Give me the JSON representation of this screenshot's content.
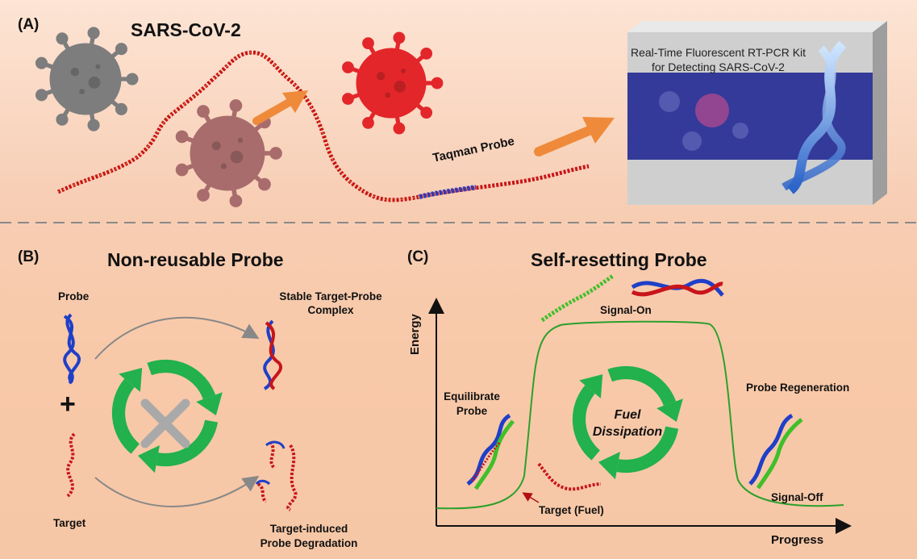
{
  "panel_a": {
    "label": "(A)",
    "title": "SARS-CoV-2",
    "probe_label": "Taqman Probe",
    "kit_line1": "Real-Time Fluorescent RT-PCR Kit",
    "kit_line2": "for Detecting SARS-CoV-2"
  },
  "panel_b": {
    "label": "(B)",
    "title": "Non-reusable Probe",
    "probe": "Probe",
    "plus": "+",
    "target": "Target",
    "complex_line1": "Stable Target-Probe",
    "complex_line2": "Complex",
    "degradation_line1": "Target-induced",
    "degradation_line2": "Probe Degradation"
  },
  "panel_c": {
    "label": "(C)",
    "title": "Self-resetting Probe",
    "y_axis": "Energy",
    "x_axis": "Progress",
    "signal_on": "Signal-On",
    "equilibrate_line1": "Equilibrate",
    "equilibrate_line2": "Probe",
    "fuel_line1": "Fuel",
    "fuel_line2": "Dissipation",
    "regeneration": "Probe Regeneration",
    "signal_off": "Signal-Off",
    "target_fuel": "Target (Fuel)"
  },
  "colors": {
    "recycle_green": "#22b14c",
    "virus_gray": "#7d7d7d",
    "virus_red": "#e3262a",
    "virus_brown": "#a86c6c",
    "arrow_orange": "#ef8a3a",
    "dna_red": "#c8141a",
    "dna_blue": "#1f3fc8",
    "dna_green": "#3fbf2a",
    "energy_curve": "#2ca02c"
  }
}
